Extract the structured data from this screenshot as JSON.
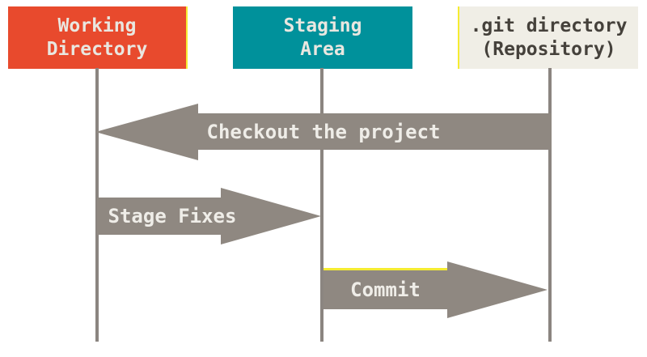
{
  "diagram": {
    "type": "git-areas-sequence-diagram",
    "columns": [
      {
        "label": "Working\nDirectory"
      },
      {
        "label": "Staging\nArea"
      },
      {
        "label": ".git directory\n(Repository)"
      }
    ],
    "arrows": [
      {
        "label": "Checkout the project",
        "direction": "left",
        "from": ".git directory (Repository)",
        "to": "Working Directory"
      },
      {
        "label": "Stage Fixes",
        "direction": "right",
        "from": "Working Directory",
        "to": "Staging Area"
      },
      {
        "label": "Commit",
        "direction": "right",
        "from": "Staging Area",
        "to": ".git directory (Repository)"
      }
    ],
    "colors": {
      "working_directory_bg": "#e84a2d",
      "staging_area_bg": "#00919b",
      "git_directory_bg": "#f0eee6",
      "git_directory_text": "#45413b",
      "box_text": "#e9e7e0",
      "arrow_fill": "#8f8881",
      "arrow_text": "#efede8",
      "lifeline": "#8b8580",
      "accent_yellow": "#f5ec32",
      "background": "#ffffff"
    }
  }
}
